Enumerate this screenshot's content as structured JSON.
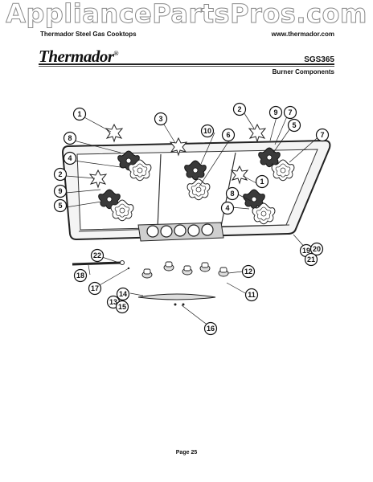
{
  "watermark": "AppliancePartsPros.com",
  "header": {
    "subtitle": "Thermador Steel Gas Cooktops",
    "website": "www.thermador.com",
    "brand": "Thermador",
    "brand_mark": "®",
    "model": "SGS365",
    "section": "Burner Components"
  },
  "callouts": [
    {
      "id": "c1a",
      "n": "1"
    },
    {
      "id": "c8a",
      "n": "8"
    },
    {
      "id": "c4a",
      "n": "4"
    },
    {
      "id": "c2a",
      "n": "2"
    },
    {
      "id": "c9a",
      "n": "9"
    },
    {
      "id": "c5a",
      "n": "5"
    },
    {
      "id": "c3",
      "n": "3"
    },
    {
      "id": "c10",
      "n": "10"
    },
    {
      "id": "c6",
      "n": "6"
    },
    {
      "id": "c2b",
      "n": "2"
    },
    {
      "id": "c9b",
      "n": "9"
    },
    {
      "id": "c7a",
      "n": "7"
    },
    {
      "id": "c5b",
      "n": "5"
    },
    {
      "id": "c7b",
      "n": "7"
    },
    {
      "id": "c1b",
      "n": "1"
    },
    {
      "id": "c8b",
      "n": "8"
    },
    {
      "id": "c4b",
      "n": "4"
    },
    {
      "id": "c19",
      "n": "19"
    },
    {
      "id": "c20",
      "n": "20"
    },
    {
      "id": "c21",
      "n": "21"
    },
    {
      "id": "c22",
      "n": "22"
    },
    {
      "id": "c18",
      "n": "18"
    },
    {
      "id": "c17",
      "n": "17"
    },
    {
      "id": "c12",
      "n": "12"
    },
    {
      "id": "c11",
      "n": "11"
    },
    {
      "id": "c14",
      "n": "14"
    },
    {
      "id": "c13",
      "n": "13"
    },
    {
      "id": "c15",
      "n": "15"
    },
    {
      "id": "c16",
      "n": "16"
    }
  ],
  "footer": {
    "page": "Page 25"
  }
}
